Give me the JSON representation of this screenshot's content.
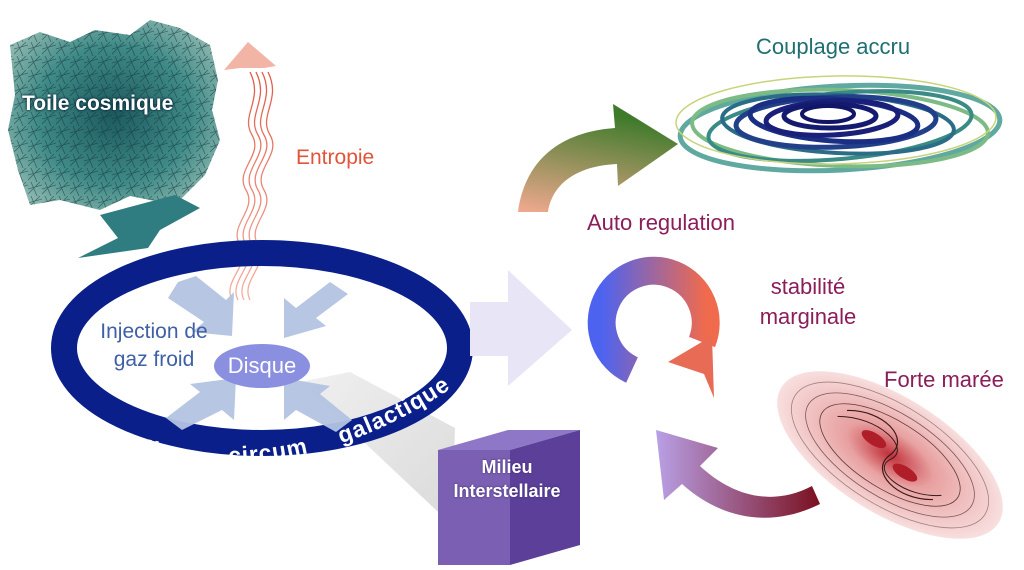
{
  "labels": {
    "cosmic_web": "Toile cosmique",
    "entropy": "Entropie",
    "coupling": "Couplage accru",
    "auto_regulation": "Auto regulation",
    "marginal_stability": "stabilité marginale",
    "strong_tide": "Forte marée",
    "cold_gas_injection": "Injection de gaz froid",
    "disk": "Disque",
    "ism": "Milieu Interstellaire",
    "ring_word_1": "milieu",
    "ring_word_2": "circum",
    "ring_word_3": "galactique"
  },
  "colors": {
    "ring": "#0a1f8a",
    "disk_fill": "#8a8fe0",
    "inflow_arrows": "#b3c4e2",
    "teal_arrow": "#2f7d80",
    "entropy": "#e0553a",
    "auto_regulation": "#8b1d5a",
    "coupling": "#1f6f72",
    "cube": "#7b5fb3"
  },
  "icons": {
    "cosmic_web": "cosmic-web-image",
    "entropy": "wavy-up-arrow",
    "regulation": "circular-arrow",
    "coupling": "spiral-rings-image",
    "tide": "tidal-galaxy-image",
    "ism": "cube"
  }
}
